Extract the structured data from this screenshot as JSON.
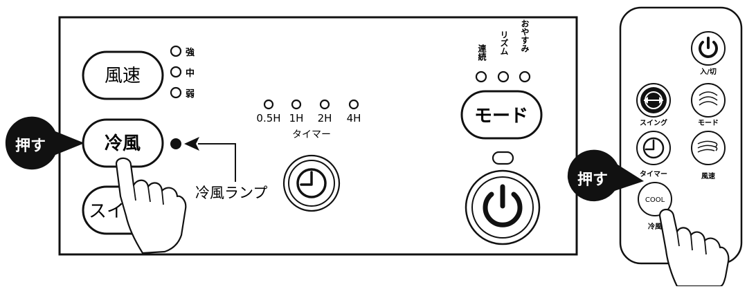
{
  "panel": {
    "fan_speed_button": "風速",
    "speed_levels": [
      "強",
      "中",
      "弱"
    ],
    "cool_button": "冷風",
    "swing_button": "スイ",
    "cool_lamp_label": "冷風ランプ",
    "timer_levels": [
      "0.5H",
      "1H",
      "2H",
      "4H"
    ],
    "timer_label": "タイマー",
    "mode_labels": [
      "連続",
      "リズム",
      "おやすみ"
    ],
    "mode_button": "モード"
  },
  "remote": {
    "power_label": "入/切",
    "swing_label": "スイング",
    "mode_label": "モード",
    "timer_label": "タイマー",
    "speed_label": "風速",
    "cool_button_text": "COOL",
    "cool_label": "冷風"
  },
  "callouts": {
    "press_left": "押す",
    "press_right": "押す"
  },
  "colors": {
    "ink": "#111111",
    "background": "#ffffff",
    "callout_fill": "#111111",
    "callout_text": "#ffffff"
  }
}
